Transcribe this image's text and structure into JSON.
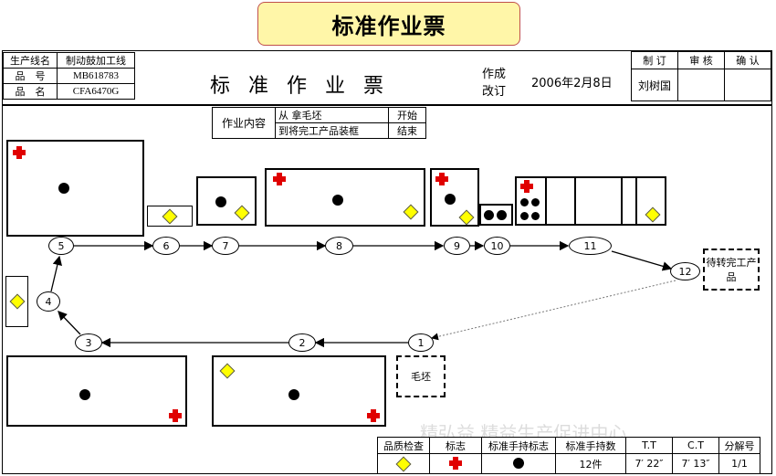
{
  "banner": "标准作业票",
  "header": {
    "line_label": "生产线名",
    "line_value": "制动鼓加工线",
    "part_no_label": "品　号",
    "part_no_value": "MB618783",
    "part_name_label": "品　名",
    "part_name_value": "CFA6470G",
    "title": "标准作业票",
    "made": "作成",
    "revised": "改订",
    "date": "2006年2月8日",
    "name": "刘树国",
    "sign_labels": [
      "制 订",
      "审 核",
      "确 认"
    ]
  },
  "content": {
    "label": "作业内容",
    "from": "从 拿毛坯",
    "start": "开始",
    "to": "到将完工产品装框",
    "end": "结束"
  },
  "nodes": [
    "1",
    "2",
    "3",
    "4",
    "5",
    "6",
    "7",
    "8",
    "9",
    "10",
    "11",
    "12"
  ],
  "boxes": {
    "blank": "毛坯",
    "waiting": "待转完工产品"
  },
  "legend": {
    "headers": [
      "品质检查",
      "标志",
      "标准手持标志",
      "标准手持数",
      "T.T",
      "C.T",
      "分解号"
    ],
    "values": [
      "",
      "",
      "",
      "12件",
      "7′ 22″",
      "7′ 13″",
      "1/1"
    ]
  },
  "watermark": "精弘益 精益生产促进中心",
  "colors": {
    "banner_fill": "#fff6a8",
    "banner_border": "#c0504d",
    "diamond": "#ffff00",
    "cross": "#e00000"
  }
}
